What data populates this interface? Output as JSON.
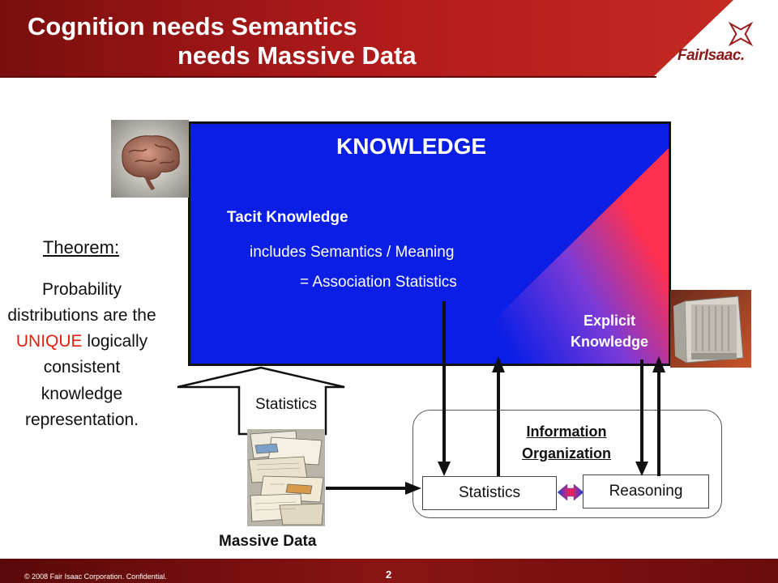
{
  "header": {
    "title_line1": "Cognition needs Semantics",
    "title_line2": "needs Massive Data",
    "logo_text": "FairIsaac."
  },
  "knowledge": {
    "title": "KNOWLEDGE",
    "tacit": "Tacit Knowledge",
    "semantics": "includes Semantics / Meaning",
    "association": "= Association Statistics",
    "explicit": "Explicit Knowledge"
  },
  "theorem": {
    "heading": "Theorem:",
    "body_before": "Probability distributions are the",
    "unique": "UNIQUE",
    "body_after": "logically consistent knowledge representation."
  },
  "statistics_arrow": {
    "label": "Statistics"
  },
  "massive_data": {
    "label": "Massive Data"
  },
  "info_org": {
    "label": "Information Organization",
    "statistics": "Statistics",
    "reasoning": "Reasoning"
  },
  "footer": {
    "copyright": "© 2008 Fair Isaac Corporation. Confidential.",
    "page": "2"
  },
  "colors": {
    "header_red": "#a01818",
    "knowledge_blue": "#0a1ee6",
    "accent_red": "#e02010"
  }
}
